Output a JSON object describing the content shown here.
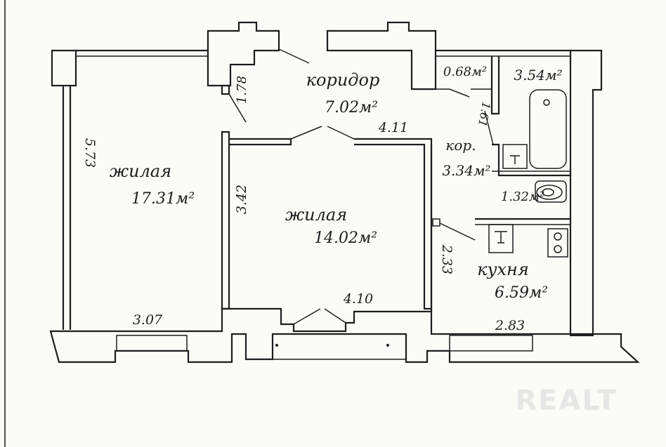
{
  "rooms": {
    "corridor_main": {
      "label": "коридор",
      "area": "7.02м²"
    },
    "living_left": {
      "label": "жилая",
      "area": "17.31м²"
    },
    "living_center": {
      "label": "жилая",
      "area": "14.02м²"
    },
    "corridor_small": {
      "label": "кор.",
      "area": "3.34м²"
    },
    "kitchen": {
      "label": "кухня",
      "area": "6.59м²"
    },
    "storage": {
      "area": "0.68м²"
    },
    "bathroom": {
      "area": "3.54м²"
    },
    "toilet": {
      "area": "1.32м²"
    }
  },
  "dimensions": {
    "left_height": "5.73",
    "left_width": "3.07",
    "corridor_depth": "1.78",
    "corridor_width": "4.11",
    "center_height": "3.42",
    "center_width": "4.10",
    "small_corridor": "1.61",
    "kitchen_height": "2.33",
    "kitchen_width": "2.83"
  },
  "watermark": "REALT"
}
